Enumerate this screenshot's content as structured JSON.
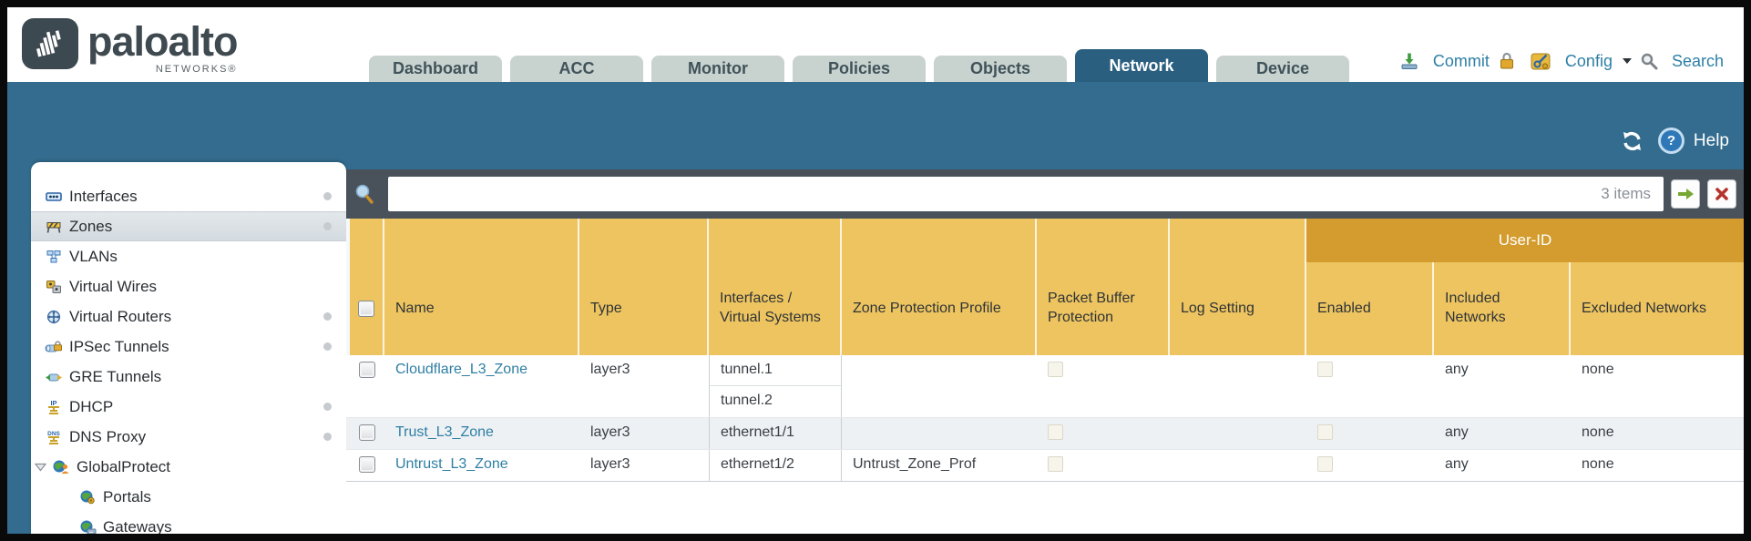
{
  "header": {
    "logo": {
      "brand": "paloalto",
      "sub": "NETWORKS®"
    },
    "tabs": [
      {
        "label": "Dashboard",
        "active": false
      },
      {
        "label": "ACC",
        "active": false
      },
      {
        "label": "Monitor",
        "active": false
      },
      {
        "label": "Policies",
        "active": false
      },
      {
        "label": "Objects",
        "active": false
      },
      {
        "label": "Network",
        "active": true
      },
      {
        "label": "Device",
        "active": false
      }
    ],
    "actions": {
      "commit_label": "Commit",
      "config_label": "Config",
      "search_label": "Search",
      "icons": [
        "commit-icon",
        "lock-icon",
        "config-icon",
        "search-icon"
      ]
    }
  },
  "toolbar": {
    "help_label": "Help",
    "icons": [
      "refresh-icon",
      "help-icon"
    ]
  },
  "sidebar": {
    "items": [
      {
        "label": "Interfaces",
        "icon": "interfaces-icon",
        "dot": true,
        "selected": false,
        "indent": false,
        "expander": false
      },
      {
        "label": "Zones",
        "icon": "zones-icon",
        "dot": true,
        "selected": true,
        "indent": false,
        "expander": false
      },
      {
        "label": "VLANs",
        "icon": "vlans-icon",
        "dot": false,
        "selected": false,
        "indent": false,
        "expander": false
      },
      {
        "label": "Virtual Wires",
        "icon": "virtual-wires-icon",
        "dot": false,
        "selected": false,
        "indent": false,
        "expander": false
      },
      {
        "label": "Virtual Routers",
        "icon": "virtual-routers-icon",
        "dot": true,
        "selected": false,
        "indent": false,
        "expander": false
      },
      {
        "label": "IPSec Tunnels",
        "icon": "ipsec-tunnels-icon",
        "dot": true,
        "selected": false,
        "indent": false,
        "expander": false
      },
      {
        "label": "GRE Tunnels",
        "icon": "gre-tunnels-icon",
        "dot": false,
        "selected": false,
        "indent": false,
        "expander": false
      },
      {
        "label": "DHCP",
        "icon": "dhcp-icon",
        "dot": true,
        "selected": false,
        "indent": false,
        "expander": false
      },
      {
        "label": "DNS Proxy",
        "icon": "dns-proxy-icon",
        "dot": true,
        "selected": false,
        "indent": false,
        "expander": false
      },
      {
        "label": "GlobalProtect",
        "icon": "globalprotect-icon",
        "dot": false,
        "selected": false,
        "indent": false,
        "expander": true
      },
      {
        "label": "Portals",
        "icon": "portals-icon",
        "dot": false,
        "selected": false,
        "indent": true,
        "expander": false
      },
      {
        "label": "Gateways",
        "icon": "gateways-icon",
        "dot": false,
        "selected": false,
        "indent": true,
        "expander": false
      }
    ]
  },
  "filterbar": {
    "value": "",
    "count_label": "3 items",
    "icons": [
      "filter-search-icon",
      "apply-filter-arrow-icon",
      "clear-filter-x-icon"
    ]
  },
  "table": {
    "group_header": "User-ID",
    "columns": [
      "Name",
      "Type",
      "Interfaces / Virtual Systems",
      "Zone Protection Profile",
      "Packet Buffer Protection",
      "Log Setting",
      "Enabled",
      "Included Networks",
      "Excluded Networks"
    ],
    "rows": [
      {
        "selected": false,
        "name": "Cloudflare_L3_Zone",
        "type": "layer3",
        "interfaces": [
          "tunnel.1",
          "tunnel.2"
        ],
        "zone_protection_profile": "",
        "packet_buffer_protection": false,
        "log_setting": "",
        "user_id_enabled": false,
        "included_networks": "any",
        "excluded_networks": "none"
      },
      {
        "selected": false,
        "name": "Trust_L3_Zone",
        "type": "layer3",
        "interfaces": [
          "ethernet1/1"
        ],
        "zone_protection_profile": "",
        "packet_buffer_protection": false,
        "log_setting": "",
        "user_id_enabled": false,
        "included_networks": "any",
        "excluded_networks": "none"
      },
      {
        "selected": false,
        "name": "Untrust_L3_Zone",
        "type": "layer3",
        "interfaces": [
          "ethernet1/2"
        ],
        "zone_protection_profile": "Untrust_Zone_Prof",
        "packet_buffer_protection": false,
        "log_setting": "",
        "user_id_enabled": false,
        "included_networks": "any",
        "excluded_networks": "none"
      }
    ]
  },
  "colors": {
    "teal_band": "#336c8e",
    "active_tab": "#2b5f80",
    "inactive_tab": "#c8d2cf",
    "header_amber": "#edc45f",
    "group_amber": "#d49c2f",
    "link_blue": "#2e7fa6",
    "filter_bar": "#49525a",
    "row_alt": "#edf1f4"
  }
}
